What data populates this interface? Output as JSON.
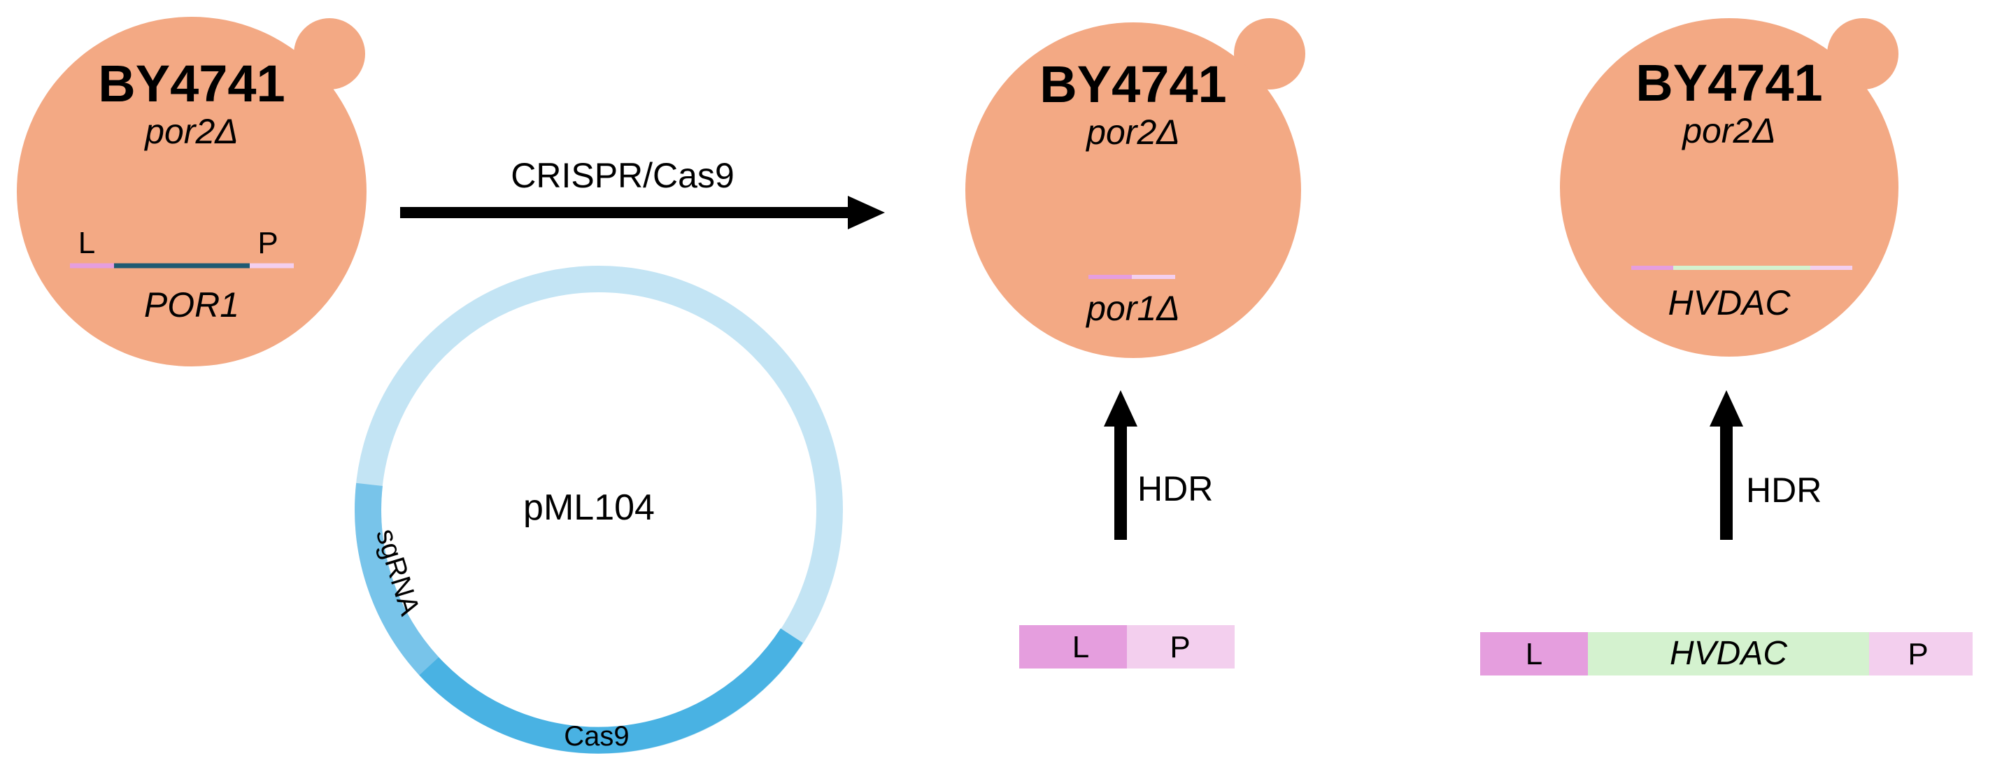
{
  "colors": {
    "cell_fill": "#f3a984",
    "plasmid_backbone": "#c3e4f4",
    "plasmid_sgrna": "#78c4ea",
    "plasmid_cas9": "#49b2e3",
    "left_arm": "#e59ede",
    "right_arm": "#f3cfee",
    "por1_gene": "#1f5a72",
    "hvdac_gene": "#d4f2cf",
    "arrow": "#000000",
    "text": "#000000"
  },
  "cell_1": {
    "strain": "BY4741",
    "genotype": "por2Δ",
    "left_label": "L",
    "right_label": "P",
    "locus_label": "POR1"
  },
  "crispr": {
    "label": "CRISPR/Cas9"
  },
  "plasmid": {
    "name": "pML104",
    "sgrna_label": "sgRNA",
    "cas9_label": "Cas9"
  },
  "cell_2": {
    "strain": "BY4741",
    "genotype": "por2Δ",
    "locus_label": "por1Δ"
  },
  "cell_3": {
    "strain": "BY4741",
    "genotype": "por2Δ",
    "locus_label": "HVDAC"
  },
  "hdr_1": {
    "label": "HDR",
    "donor_left": "L",
    "donor_right": "P"
  },
  "hdr_2": {
    "label": "HDR",
    "donor_left": "L",
    "donor_middle": "HVDAC",
    "donor_right": "P"
  }
}
